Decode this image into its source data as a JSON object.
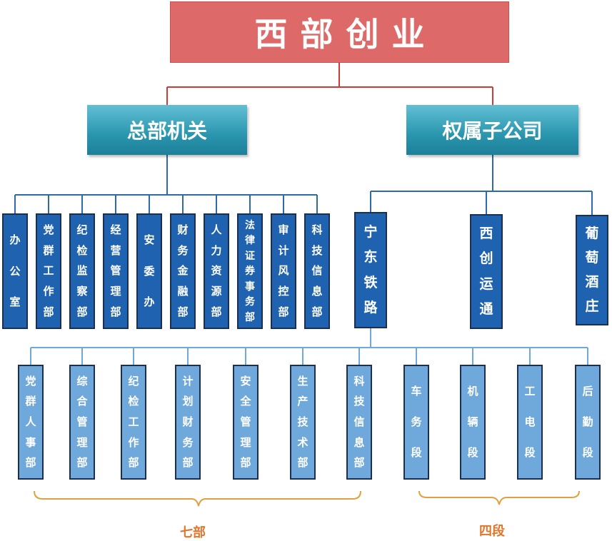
{
  "root": {
    "title": "西部创业"
  },
  "headquarters": {
    "title": "总部机关",
    "departments": [
      "办公室",
      "党群工作部",
      "纪检监察部",
      "经营管理部",
      "安委办",
      "财务金融部",
      "人力资源部",
      "法律证券事务部",
      "审计风控部",
      "科技信息部"
    ]
  },
  "subsidiaries": {
    "title": "权属子公司",
    "companies": [
      "宁东铁路",
      "西创运通",
      "葡萄酒庄"
    ]
  },
  "railway_units": [
    "党群人事部",
    "综合管理部",
    "纪检工作部",
    "计划财务部",
    "安全管理部",
    "生产技术部",
    "科技信息部",
    "车务段",
    "机辆段",
    "工电段",
    "后勤段"
  ],
  "brace_labels": {
    "departments": "七部",
    "sections": "四段"
  },
  "colors": {
    "root": "#dd6a68",
    "group": "#2a96ae",
    "dept_box": "#1f62b0",
    "unit_box": "#6fa8da",
    "connector_red": "#cc3b36",
    "connector_blue": "#2d6aaa",
    "brace": "#e0a040",
    "brace_text": "#e0762a"
  }
}
